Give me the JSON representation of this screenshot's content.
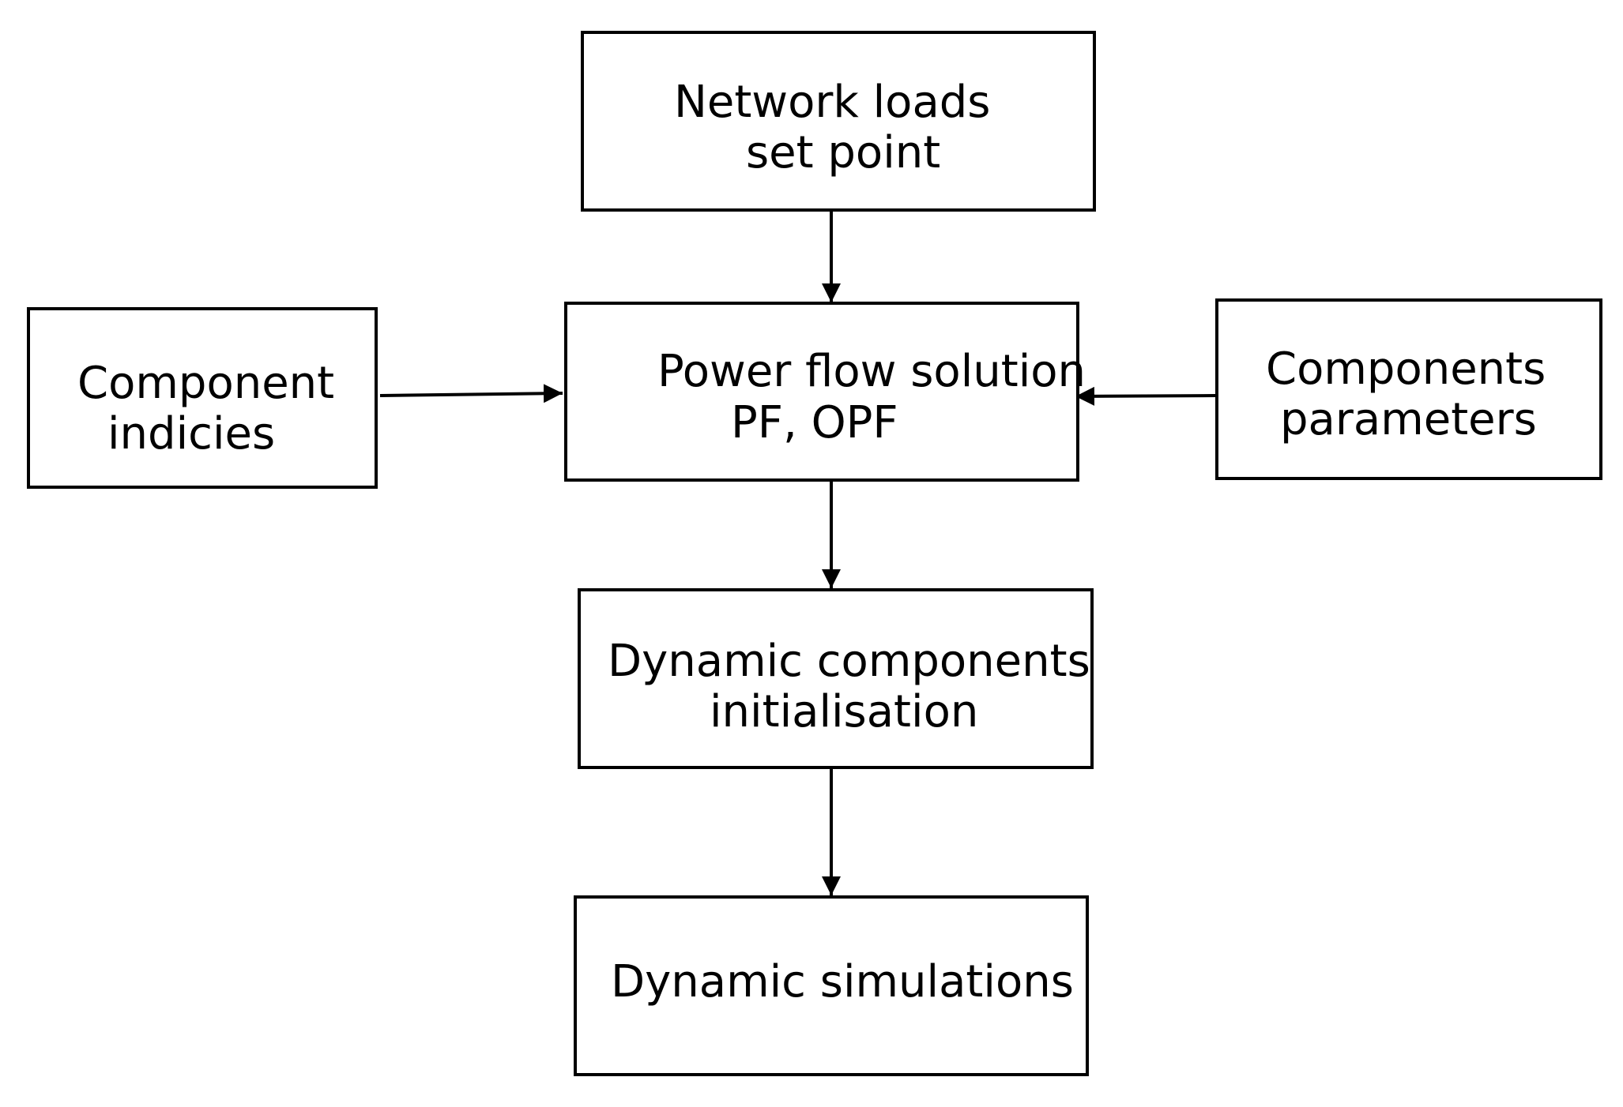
{
  "nodes": {
    "network_loads": {
      "line1": "Network loads",
      "line2": "set point"
    },
    "power_flow": {
      "line1": "Power flow solution",
      "line2": "PF, OPF"
    },
    "component_indicies": {
      "line1": "Component",
      "line2": "indicies"
    },
    "components_parameters": {
      "line1": "Components",
      "line2": "parameters"
    },
    "dynamic_init": {
      "line1": "Dynamic components",
      "line2": "initialisation"
    },
    "dynamic_sim": {
      "line1": "Dynamic simulations"
    }
  },
  "edges": [
    {
      "from": "network_loads",
      "to": "power_flow"
    },
    {
      "from": "component_indicies",
      "to": "power_flow"
    },
    {
      "from": "components_parameters",
      "to": "power_flow"
    },
    {
      "from": "power_flow",
      "to": "dynamic_init"
    },
    {
      "from": "dynamic_init",
      "to": "dynamic_sim"
    }
  ]
}
